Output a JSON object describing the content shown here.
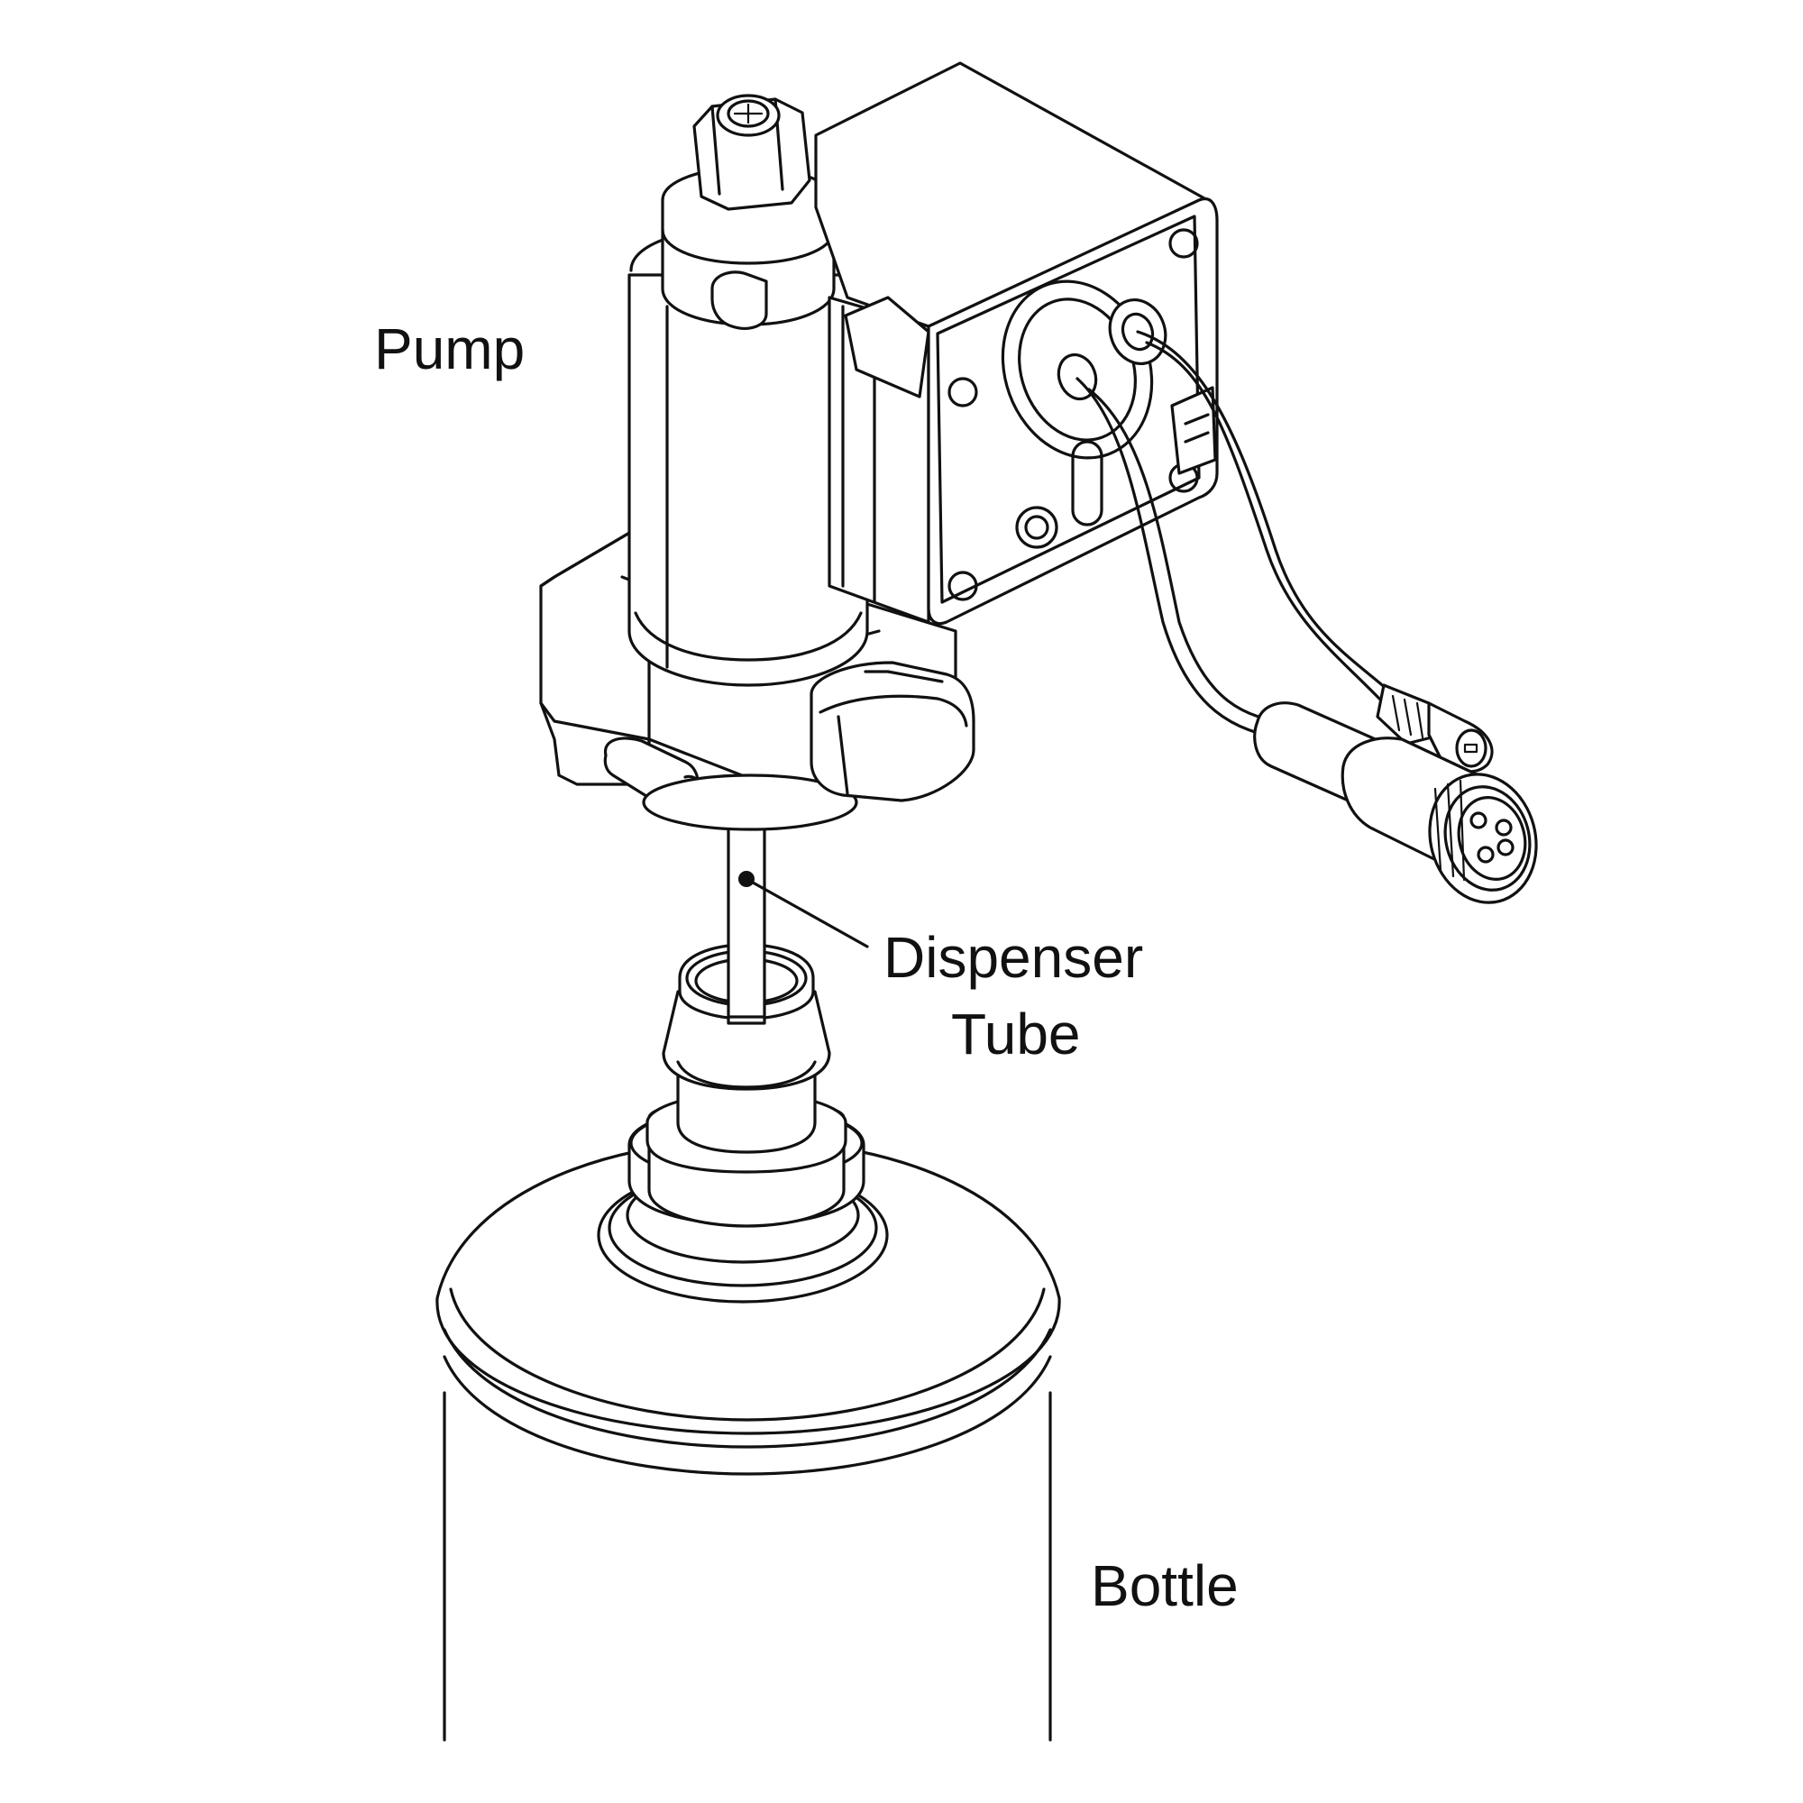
{
  "labels": {
    "pump": "Pump",
    "dispenser_tube_line1": "Dispenser",
    "dispenser_tube_line2": "Tube",
    "bottle": "Bottle"
  },
  "colors": {
    "ink": "#111111",
    "background": "#ffffff"
  }
}
